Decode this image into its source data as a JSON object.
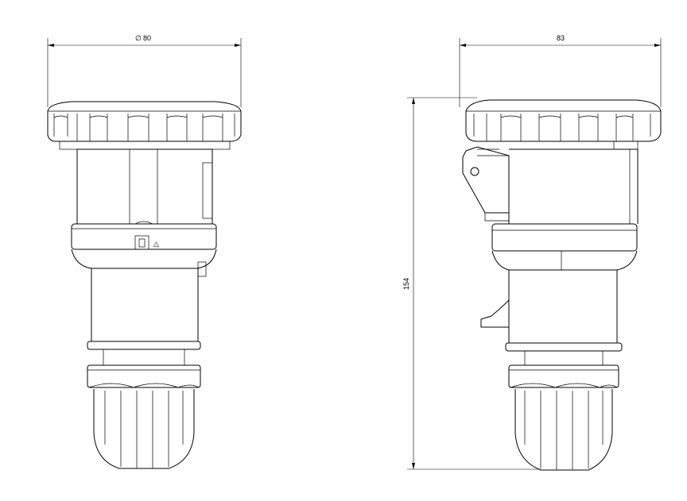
{
  "dimensions": {
    "front_diameter": "80",
    "side_width": "83",
    "overall_height": "154"
  },
  "symbols": {
    "diameter": "∅",
    "warning_triangle": "△"
  }
}
